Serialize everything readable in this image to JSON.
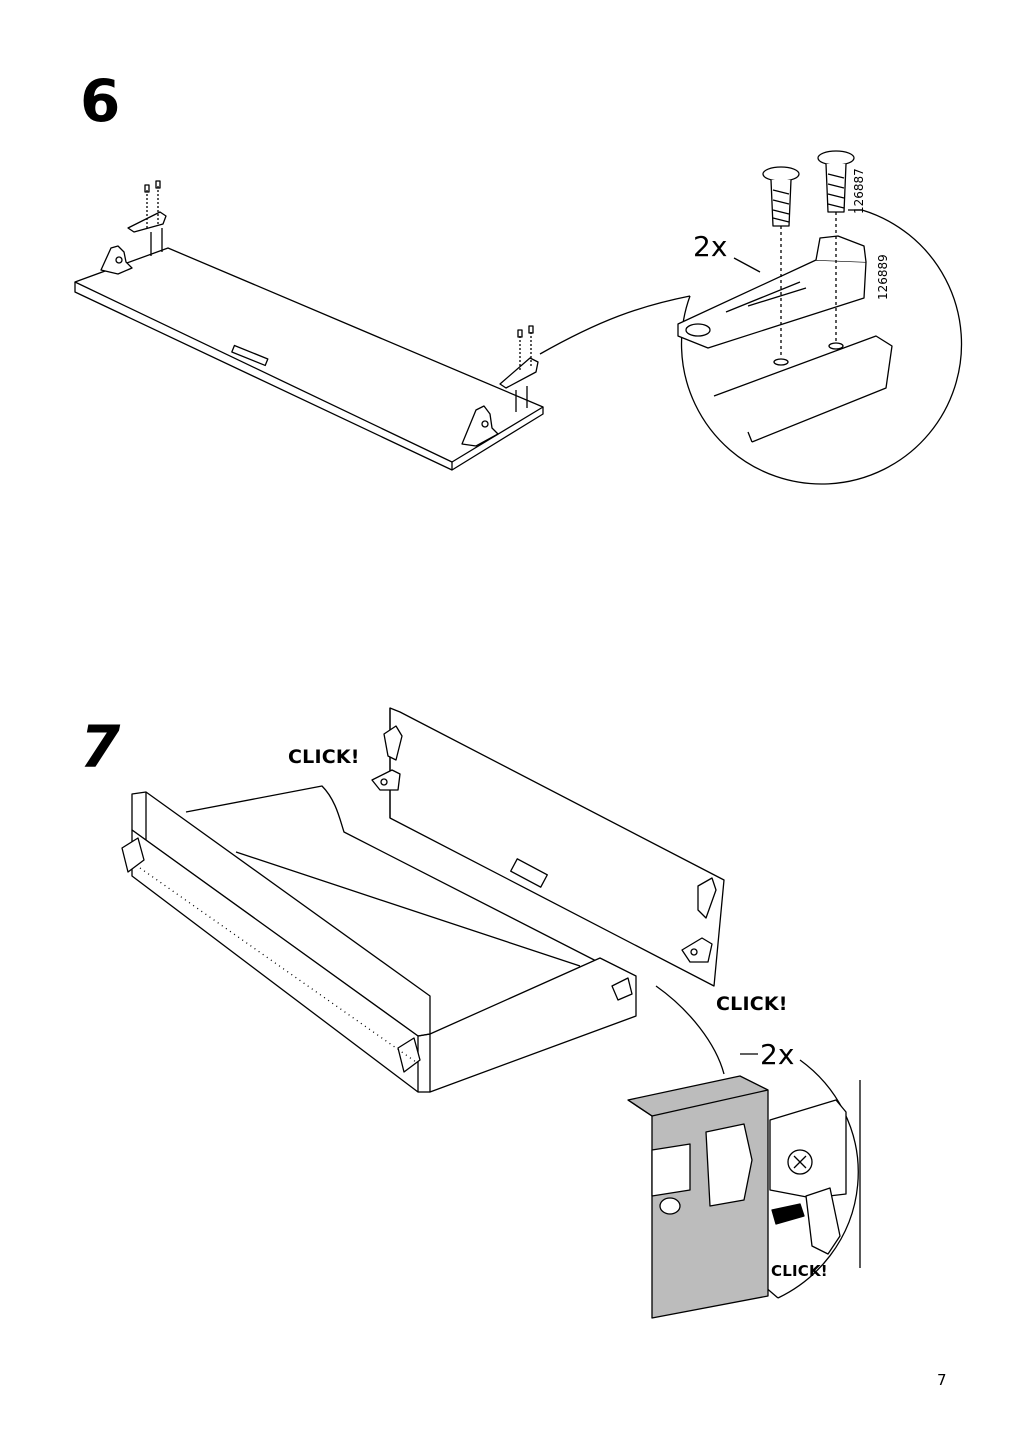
{
  "page": {
    "number": "7"
  },
  "step6": {
    "number": "6",
    "detail": {
      "quantity": "2x",
      "part_numbers": [
        "126887",
        "126889"
      ]
    }
  },
  "step7": {
    "number": "7",
    "click_labels": [
      "CLICK!",
      "CLICK!",
      "CLICK!"
    ],
    "detail": {
      "quantity": "2x"
    }
  }
}
